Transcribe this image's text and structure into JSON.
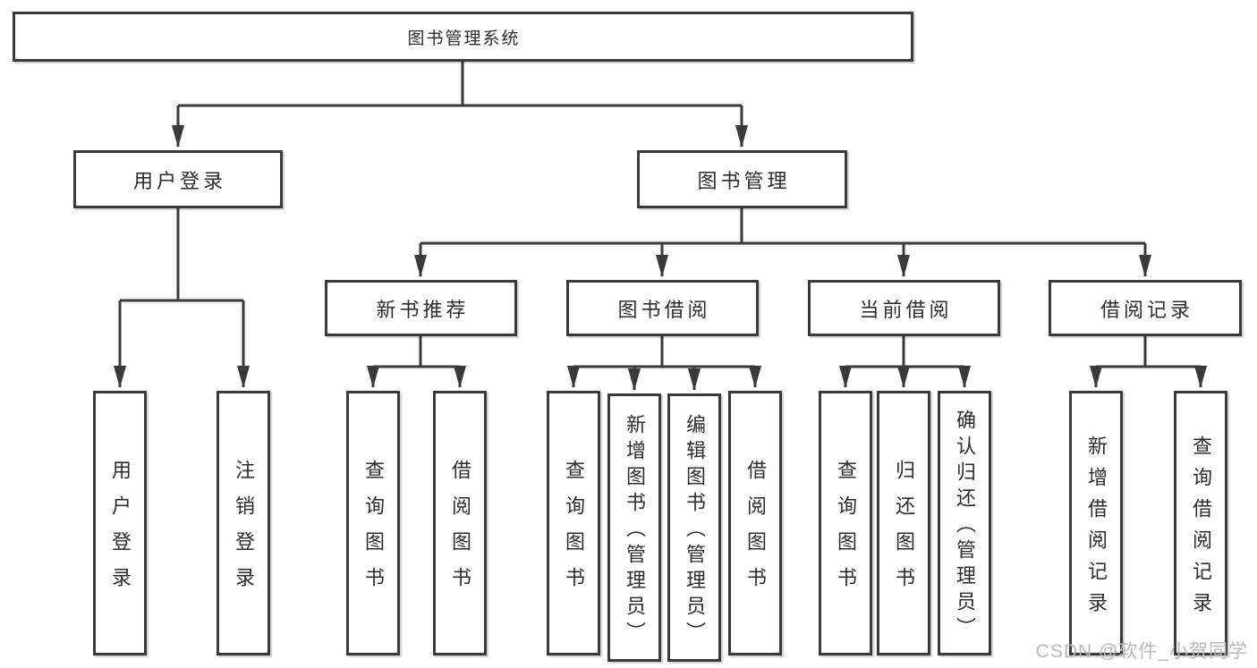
{
  "tree": {
    "root": "图书管理系统",
    "children": [
      {
        "label": "用户登录",
        "children": [
          {
            "label": "用户登录"
          },
          {
            "label": "注销登录"
          }
        ]
      },
      {
        "label": "图书管理",
        "children": [
          {
            "label": "新书推荐",
            "children": [
              {
                "label": "查询图书"
              },
              {
                "label": "借阅图书"
              }
            ]
          },
          {
            "label": "图书借阅",
            "children": [
              {
                "label": "查询图书"
              },
              {
                "label": "新增图书（管理员）"
              },
              {
                "label": "编辑图书（管理员）"
              },
              {
                "label": "借阅图书"
              }
            ]
          },
          {
            "label": "当前借阅",
            "children": [
              {
                "label": "查询图书"
              },
              {
                "label": "归还图书"
              },
              {
                "label": "确认归还（管理员）"
              }
            ]
          },
          {
            "label": "借阅记录",
            "children": [
              {
                "label": "新增借阅记录"
              },
              {
                "label": "查询借阅记录"
              }
            ]
          }
        ]
      }
    ]
  },
  "watermark": {
    "text": "CSDN @软件_小贺同学"
  },
  "colors": {
    "line": "#3a3a3a",
    "box_border": "#3a3a3a",
    "text": "#2d2d2d",
    "watermark": "#b9b9b9",
    "background": "#ffffff"
  }
}
